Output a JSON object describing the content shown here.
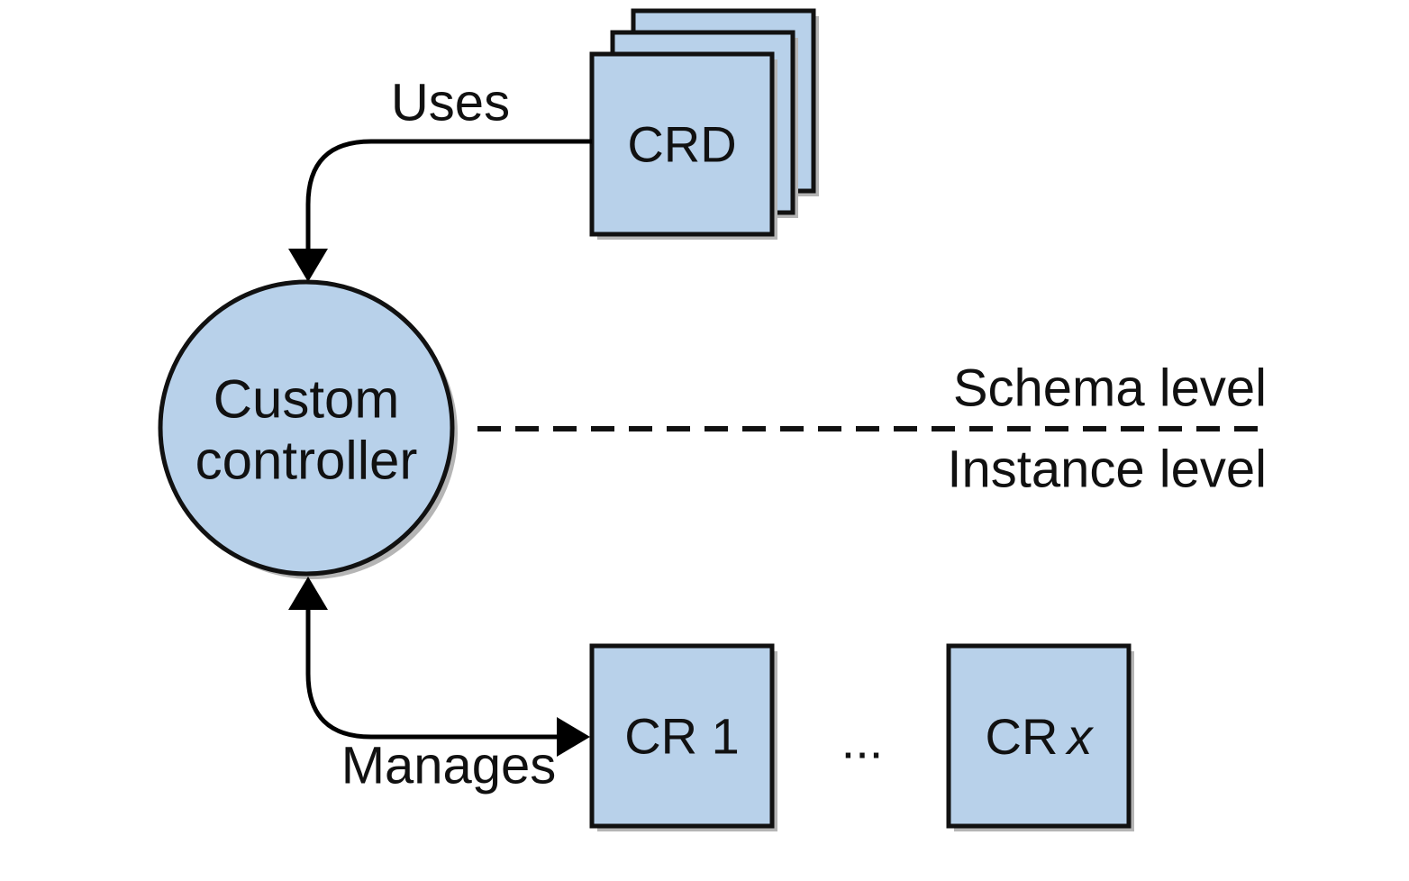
{
  "colors": {
    "node_fill": "#b8d1ea",
    "stroke": "#111111",
    "background": "#ffffff"
  },
  "nodes": {
    "controller": {
      "line1": "Custom",
      "line2": "controller"
    },
    "crd": {
      "label": "CRD"
    },
    "cr1": {
      "label": "CR 1"
    },
    "crx": {
      "prefix": "CR",
      "var": "x"
    }
  },
  "edges": {
    "uses": "Uses",
    "manages": "Manages"
  },
  "levels": {
    "schema": "Schema level",
    "instance": "Instance level"
  },
  "ellipsis": "..."
}
